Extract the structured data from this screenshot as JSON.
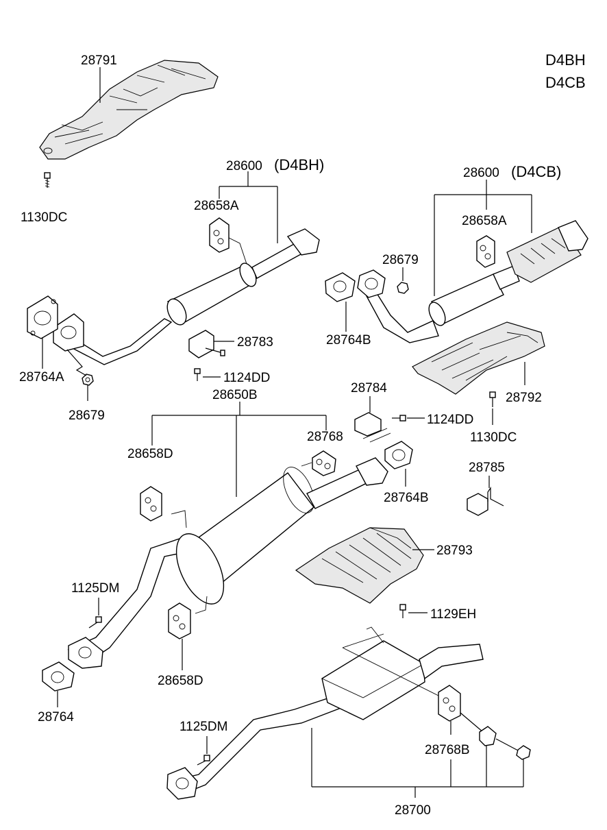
{
  "engine_codes": [
    "D4BH",
    "D4CB"
  ],
  "labels": {
    "heat_protector_front": "28791",
    "bolt_front_protector": "1130DC",
    "front_muffler_d4bh": "28600",
    "front_muffler_d4bh_suffix": "(D4BH)",
    "hanger_d4bh": "28658A",
    "gasket_front_d4bh": "28764A",
    "nut_d4bh": "28679",
    "bracket_28783": "28783",
    "bolt_1124dd_a": "1124DD",
    "front_muffler_d4cb": "28600",
    "front_muffler_d4cb_suffix": "(D4CB)",
    "hanger_d4cb": "28658A",
    "nut_d4cb": "28679",
    "gasket_d4cb": "28764B",
    "heat_protector_28792": "28792",
    "bolt_1130dc_b": "1130DC",
    "center_muffler": "28650B",
    "hanger_28658d_a": "28658D",
    "hanger_28768": "28768",
    "bracket_28784": "28784",
    "bolt_1124dd_b": "1124DD",
    "gasket_28764b_b": "28764B",
    "bracket_28785": "28785",
    "heat_protector_28793": "28793",
    "bolt_1129eh": "1129EH",
    "bolt_1125dm_a": "1125DM",
    "gasket_28764": "28764",
    "hanger_28658d_b": "28658D",
    "bolt_1125dm_b": "1125DM",
    "hanger_28768b": "28768B",
    "rear_muffler": "28700"
  }
}
